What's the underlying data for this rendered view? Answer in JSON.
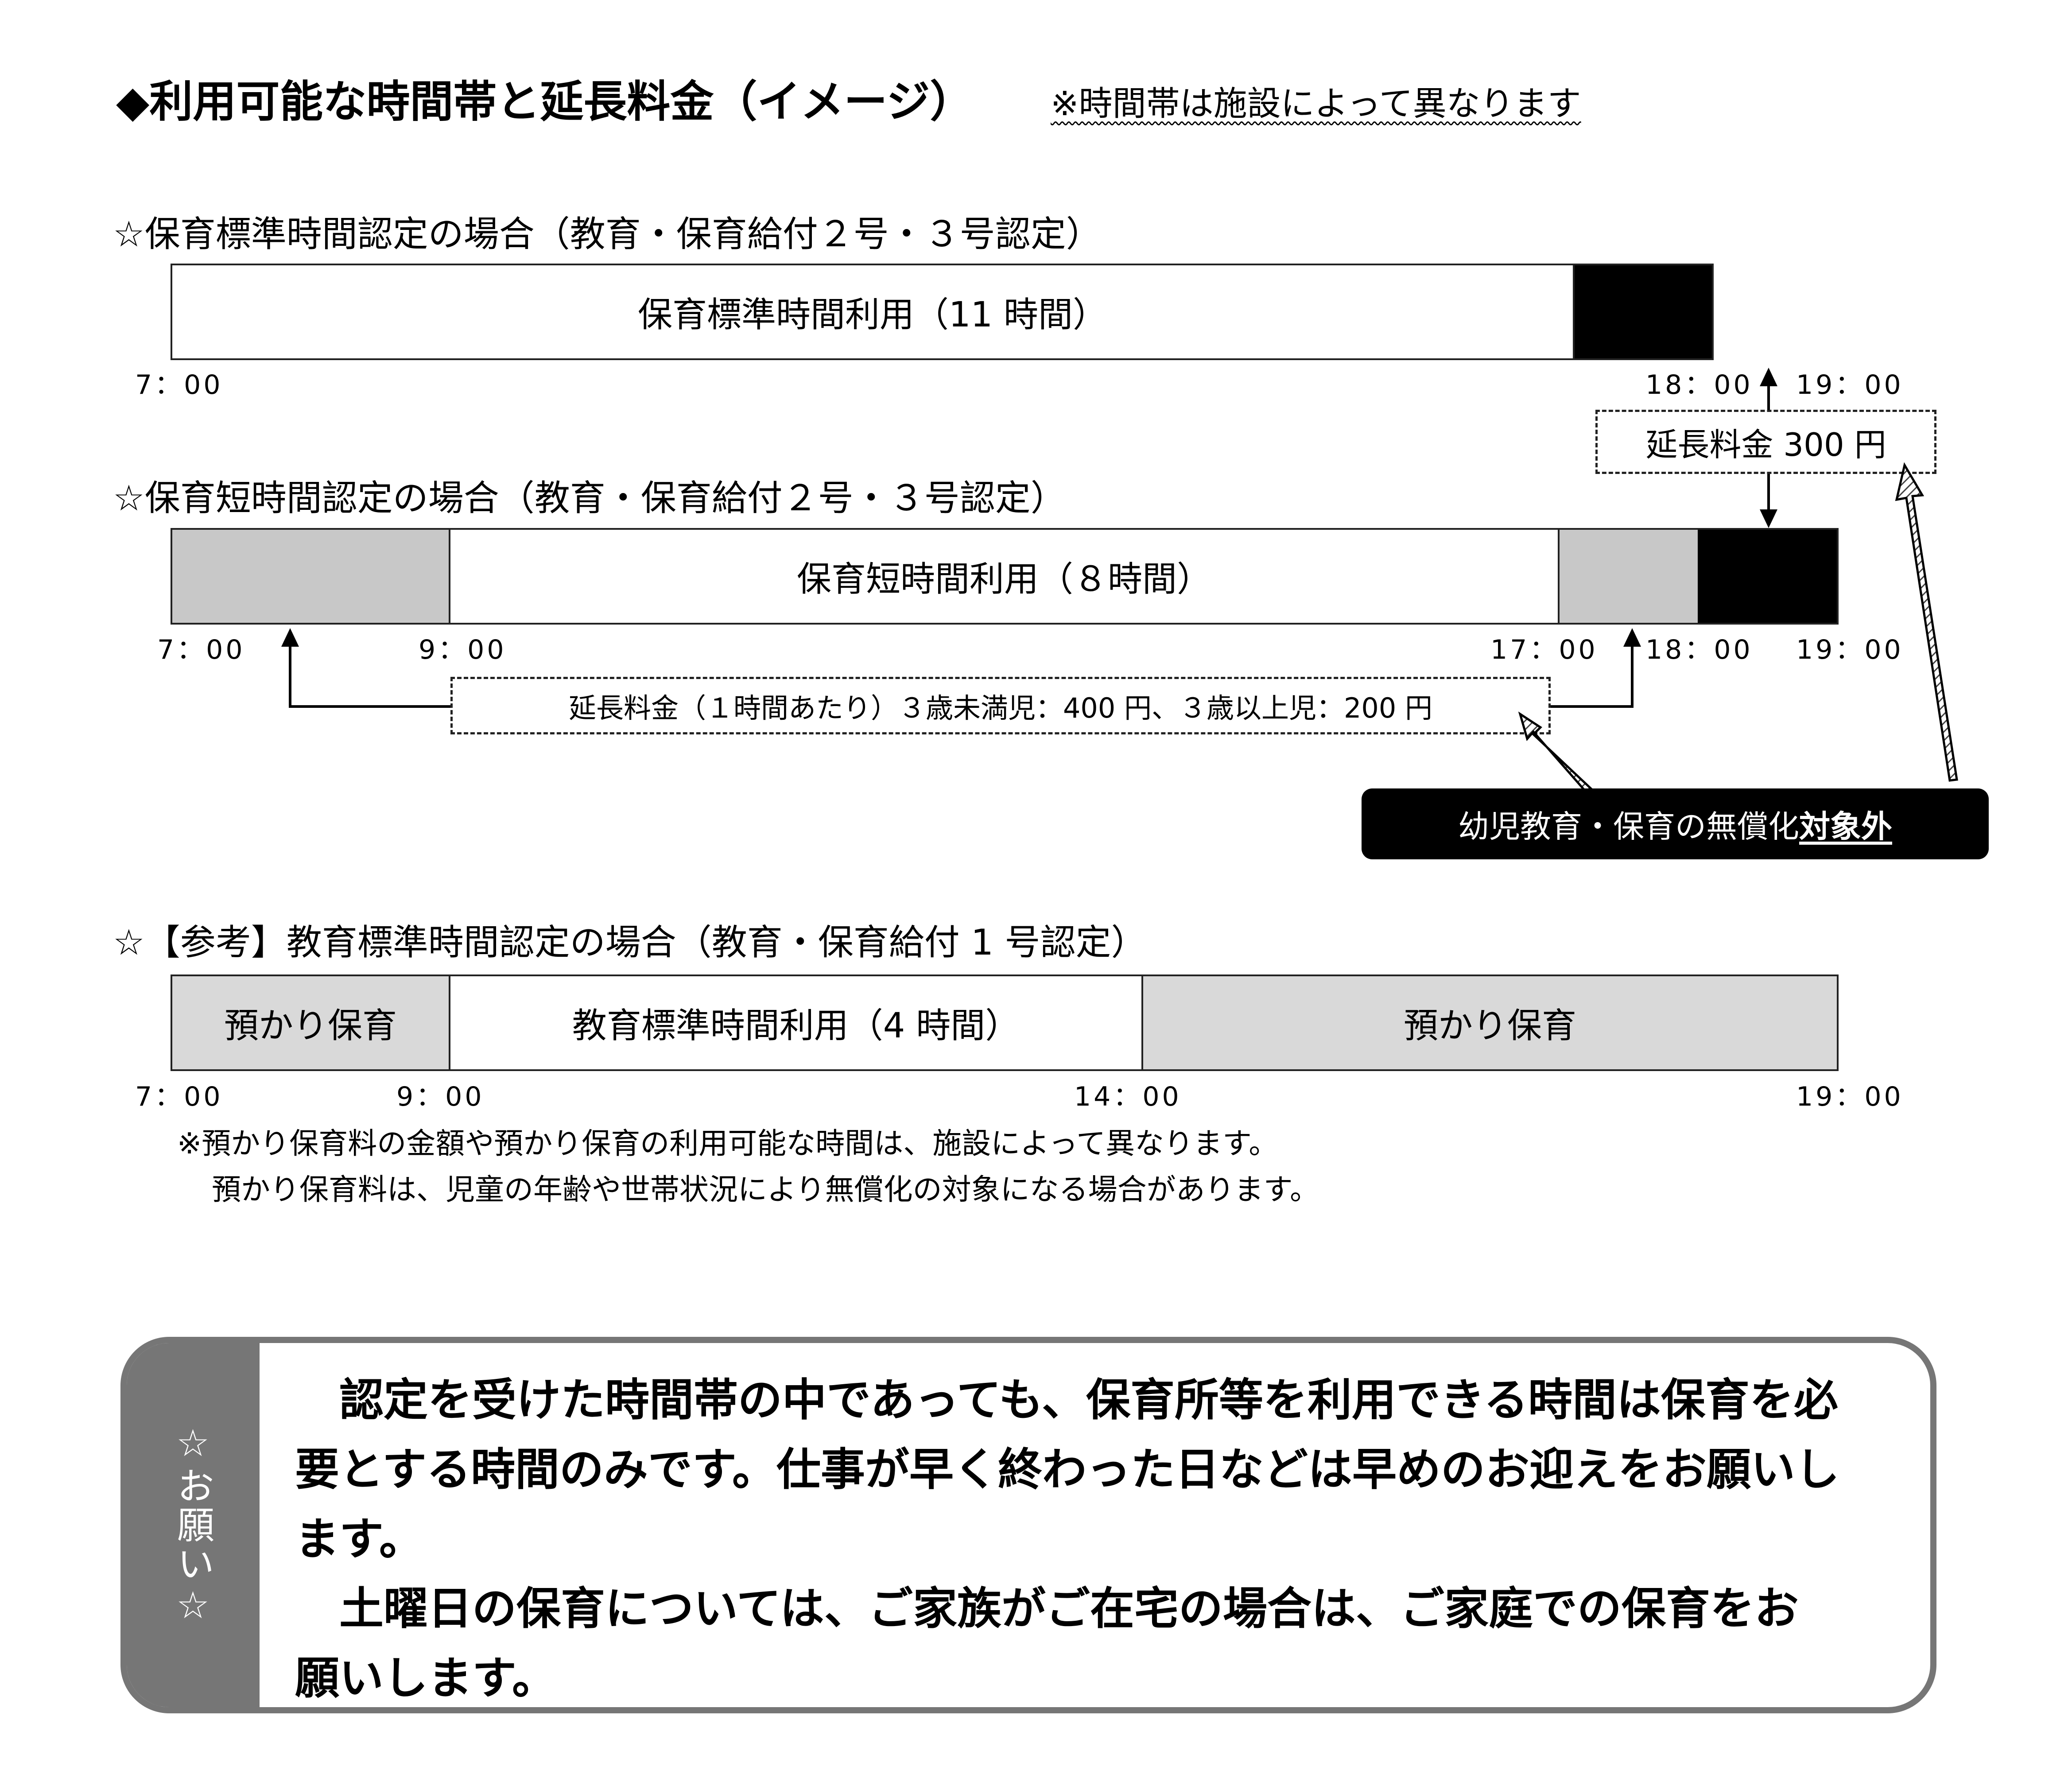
{
  "header": {
    "title": "◆利用可能な時間帯と延長料金（イメージ）",
    "note": "※時間帯は施設によって異なります"
  },
  "section1": {
    "heading": "☆保育標準時間認定の場合（教育・保育給付２号・３号認定）",
    "bar_label": "保育標準時間利用（11 時間）",
    "times": [
      "7：00",
      "18：00",
      "19：00"
    ]
  },
  "extension_fee": "延長料金 300 円",
  "section2": {
    "heading": "☆保育短時間認定の場合（教育・保育給付２号・３号認定）",
    "bar_label": "保育短時間利用（８時間）",
    "times": [
      "7：00",
      "9：00",
      "17：00",
      "18：00",
      "19：00"
    ],
    "hourly_fee": "延長料金（１時間あたり）３歳未満児：400 円、３歳以上児：200 円"
  },
  "exclusion_note": {
    "prefix": "幼児教育・保育の無償化",
    "emphasis": "対象外"
  },
  "section3": {
    "heading": "☆【参考】教育標準時間認定の場合（教育・保育給付 1 号認定）",
    "seg_left": "預かり保育",
    "seg_mid": "教育標準時間利用（4 時間）",
    "seg_right": "預かり保育",
    "times": [
      "7：00",
      "9：00",
      "14：00",
      "19：00"
    ],
    "notes": [
      "※預かり保育料の金額や預かり保育の利用可能な時間は、施設によって異なります。",
      "預かり保育料は、児童の年齢や世帯状況により無償化の対象になる場合があります。"
    ]
  },
  "request": {
    "label": "☆お願い☆",
    "paragraphs": [
      "認定を受けた時間帯の中であっても、保育所等を利用できる時間は保育を必要とする時間のみです。仕事が早く終わった日などは早めのお迎えをお願いします。",
      "土曜日の保育については、ご家族がご在宅の場合は、ご家庭での保育をお願いします。"
    ]
  }
}
